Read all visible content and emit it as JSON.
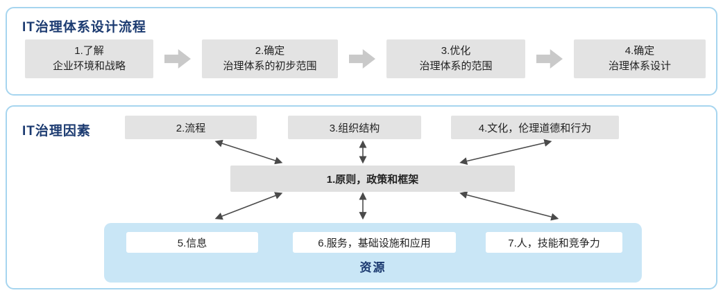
{
  "top_panel": {
    "title": "IT治理体系设计流程",
    "steps": [
      {
        "line1": "1.了解",
        "line2": "企业环境和战略"
      },
      {
        "line1": "2.确定",
        "line2": "治理体系的初步范围"
      },
      {
        "line1": "3.优化",
        "line2": "治理体系的范围"
      },
      {
        "line1": "4.确定",
        "line2": "治理体系设计"
      }
    ]
  },
  "bottom_panel": {
    "title": "IT治理因素",
    "top_factors": [
      "2.流程",
      "3.组织结构",
      "4.文化，伦理道德和行为"
    ],
    "center_factor": "1.原则，政策和框架",
    "resource_factors": [
      "5.信息",
      "6.服务，基础设施和应用",
      "7.人，技能和竞争力"
    ],
    "resources_label": "资源"
  },
  "colors": {
    "panel_border": "#a6d5ef",
    "title_text": "#1b3a70",
    "step_box_bg": "#e3e3e3",
    "flow_arrow": "#c9c9c9",
    "resource_container_bg": "#c9e6f6",
    "connector_arrow": "#4a4a4a"
  }
}
